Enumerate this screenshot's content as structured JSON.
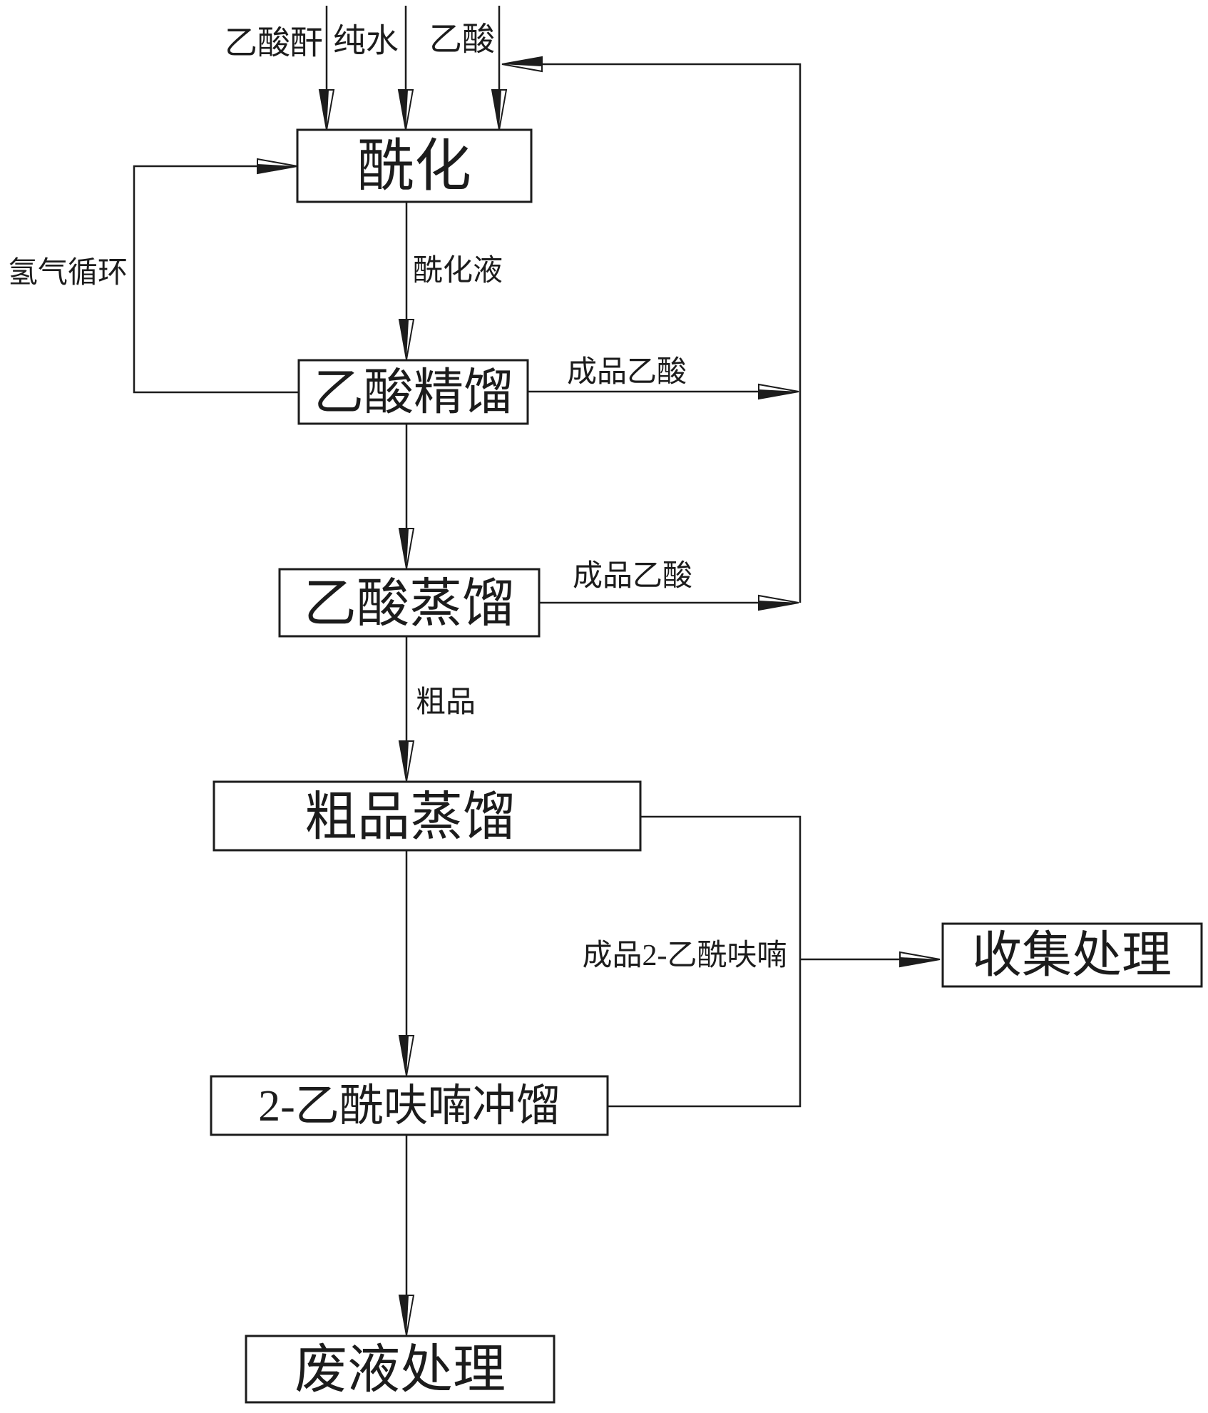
{
  "page": {
    "background": "#ffffff",
    "line_color": "#1c1c1c"
  },
  "flow": {
    "feeds": [
      {
        "id": "acetic-anhydride",
        "label": "乙酸酐"
      },
      {
        "id": "pure-water",
        "label": "纯水"
      },
      {
        "id": "acetic-acid",
        "label": "乙酸"
      }
    ],
    "nodes": [
      {
        "id": "acylation",
        "label": "酰化"
      },
      {
        "id": "acetic-acid-rectification",
        "label": "乙酸精馏"
      },
      {
        "id": "acetic-acid-distillation",
        "label": "乙酸蒸馏"
      },
      {
        "id": "crude-distillation",
        "label": "粗品蒸馏"
      },
      {
        "id": "collection-treatment",
        "label": "收集处理"
      },
      {
        "id": "acetylfuran-flash-distillation",
        "label": "2-乙酰呋喃冲馏"
      },
      {
        "id": "waste-liquid-treatment",
        "label": "废液处理"
      }
    ],
    "streams": {
      "hydrogen_recycle": "氢气循环",
      "acylation_liquid": "酰化液",
      "product_acetic_acid_top": "成品乙酸",
      "product_acetic_acid_bottom": "成品乙酸",
      "crude_product": "粗品",
      "product_2_acetylfuran": "成品2-乙酰呋喃"
    },
    "edges": [
      {
        "from": "acetic-anhydride",
        "to": "acylation",
        "label_key": ""
      },
      {
        "from": "pure-water",
        "to": "acylation",
        "label_key": ""
      },
      {
        "from": "acetic-acid",
        "to": "acylation",
        "label_key": ""
      },
      {
        "from": "acetic-acid-rectification",
        "to": "acylation",
        "label_key": "hydrogen_recycle"
      },
      {
        "from": "acylation",
        "to": "acetic-acid-rectification",
        "label_key": "acylation_liquid"
      },
      {
        "from": "acetic-acid-rectification",
        "to": "acetic-acid",
        "label_key": "product_acetic_acid_top"
      },
      {
        "from": "acetic-acid-rectification",
        "to": "acetic-acid-distillation",
        "label_key": ""
      },
      {
        "from": "acetic-acid-distillation",
        "to": "acetic-acid",
        "label_key": "product_acetic_acid_bottom"
      },
      {
        "from": "acetic-acid-distillation",
        "to": "crude-distillation",
        "label_key": "crude_product"
      },
      {
        "from": "crude-distillation",
        "to": "collection-treatment",
        "label_key": "product_2_acetylfuran"
      },
      {
        "from": "crude-distillation",
        "to": "acetylfuran-flash-distillation",
        "label_key": ""
      },
      {
        "from": "acetylfuran-flash-distillation",
        "to": "collection-treatment",
        "label_key": "product_2_acetylfuran"
      },
      {
        "from": "acetylfuran-flash-distillation",
        "to": "waste-liquid-treatment",
        "label_key": ""
      }
    ]
  }
}
